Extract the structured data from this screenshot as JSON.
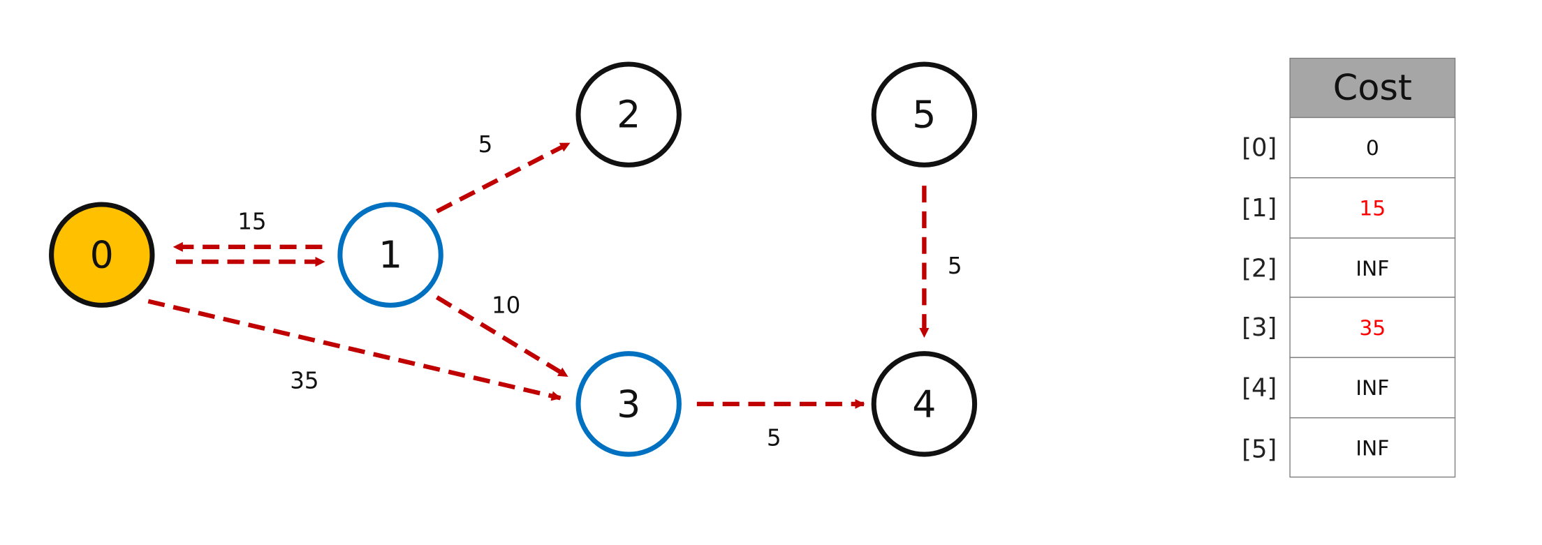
{
  "colors": {
    "edge": "#c00000",
    "start_node_fill": "#ffc000",
    "start_node_stroke": "#111111",
    "visited_stroke": "#0070c0",
    "default_stroke": "#111111",
    "header_fill": "#a6a6a6",
    "updated_cost": "#ff0000",
    "cost_text": "#111111"
  },
  "graph": {
    "nodes": [
      {
        "id": "0",
        "label": "0",
        "state": "start"
      },
      {
        "id": "1",
        "label": "1",
        "state": "visited"
      },
      {
        "id": "2",
        "label": "2",
        "state": "default"
      },
      {
        "id": "3",
        "label": "3",
        "state": "visited"
      },
      {
        "id": "4",
        "label": "4",
        "state": "default"
      },
      {
        "id": "5",
        "label": "5",
        "state": "default"
      }
    ],
    "edges": [
      {
        "from": "1",
        "to": "0",
        "weight": "15"
      },
      {
        "from": "0",
        "to": "1",
        "weight": ""
      },
      {
        "from": "1",
        "to": "2",
        "weight": "5"
      },
      {
        "from": "1",
        "to": "3",
        "weight": "10"
      },
      {
        "from": "0",
        "to": "3",
        "weight": "35"
      },
      {
        "from": "3",
        "to": "4",
        "weight": "5"
      },
      {
        "from": "5",
        "to": "4",
        "weight": "5"
      }
    ]
  },
  "cost_table": {
    "header": "Cost",
    "rows": [
      {
        "index": "[0]",
        "value": "0",
        "updated": false
      },
      {
        "index": "[1]",
        "value": "15",
        "updated": true
      },
      {
        "index": "[2]",
        "value": "INF",
        "updated": false
      },
      {
        "index": "[3]",
        "value": "35",
        "updated": true
      },
      {
        "index": "[4]",
        "value": "INF",
        "updated": false
      },
      {
        "index": "[5]",
        "value": "INF",
        "updated": false
      }
    ]
  }
}
